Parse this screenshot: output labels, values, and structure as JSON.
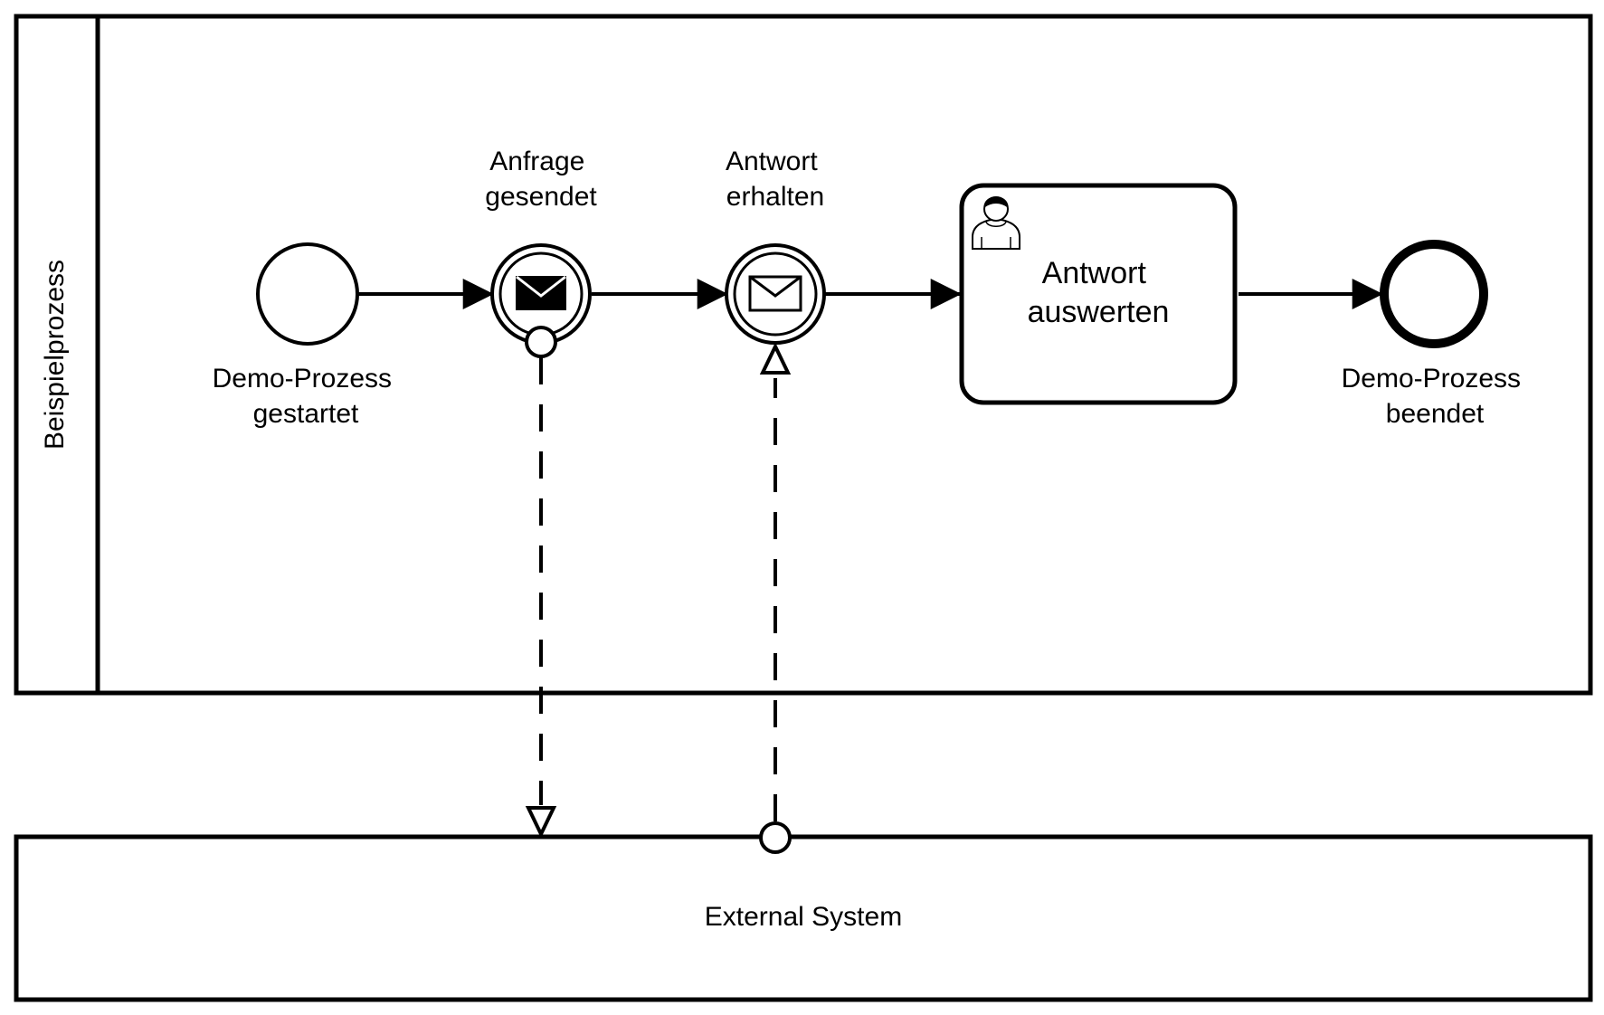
{
  "pool": {
    "name": "Beispielprozess"
  },
  "external": {
    "name": "External System"
  },
  "events": {
    "start": {
      "label_lines": [
        "Demo-Prozess",
        "gestartet"
      ],
      "type": "start-event"
    },
    "send": {
      "label_lines": [
        "Anfrage",
        "gesendet"
      ],
      "type": "intermediate-throw-message",
      "icon": "envelope-filled-icon"
    },
    "receive": {
      "label_lines": [
        "Antwort",
        "erhalten"
      ],
      "type": "intermediate-catch-message",
      "icon": "envelope-outline-icon"
    },
    "end": {
      "label_lines": [
        "Demo-Prozess",
        "beendet"
      ],
      "type": "end-event"
    }
  },
  "task": {
    "label_lines": [
      "Antwort",
      "auswerten"
    ],
    "type": "user-task",
    "icon": "user-icon"
  },
  "flows": {
    "sequence": [
      {
        "from": "start",
        "to": "send"
      },
      {
        "from": "send",
        "to": "receive"
      },
      {
        "from": "receive",
        "to": "task"
      },
      {
        "from": "task",
        "to": "end"
      }
    ],
    "message": [
      {
        "from": "send",
        "to": "external"
      },
      {
        "from": "external",
        "to": "receive"
      }
    ]
  },
  "colors": {
    "stroke": "#000000",
    "fill": "#ffffff"
  }
}
